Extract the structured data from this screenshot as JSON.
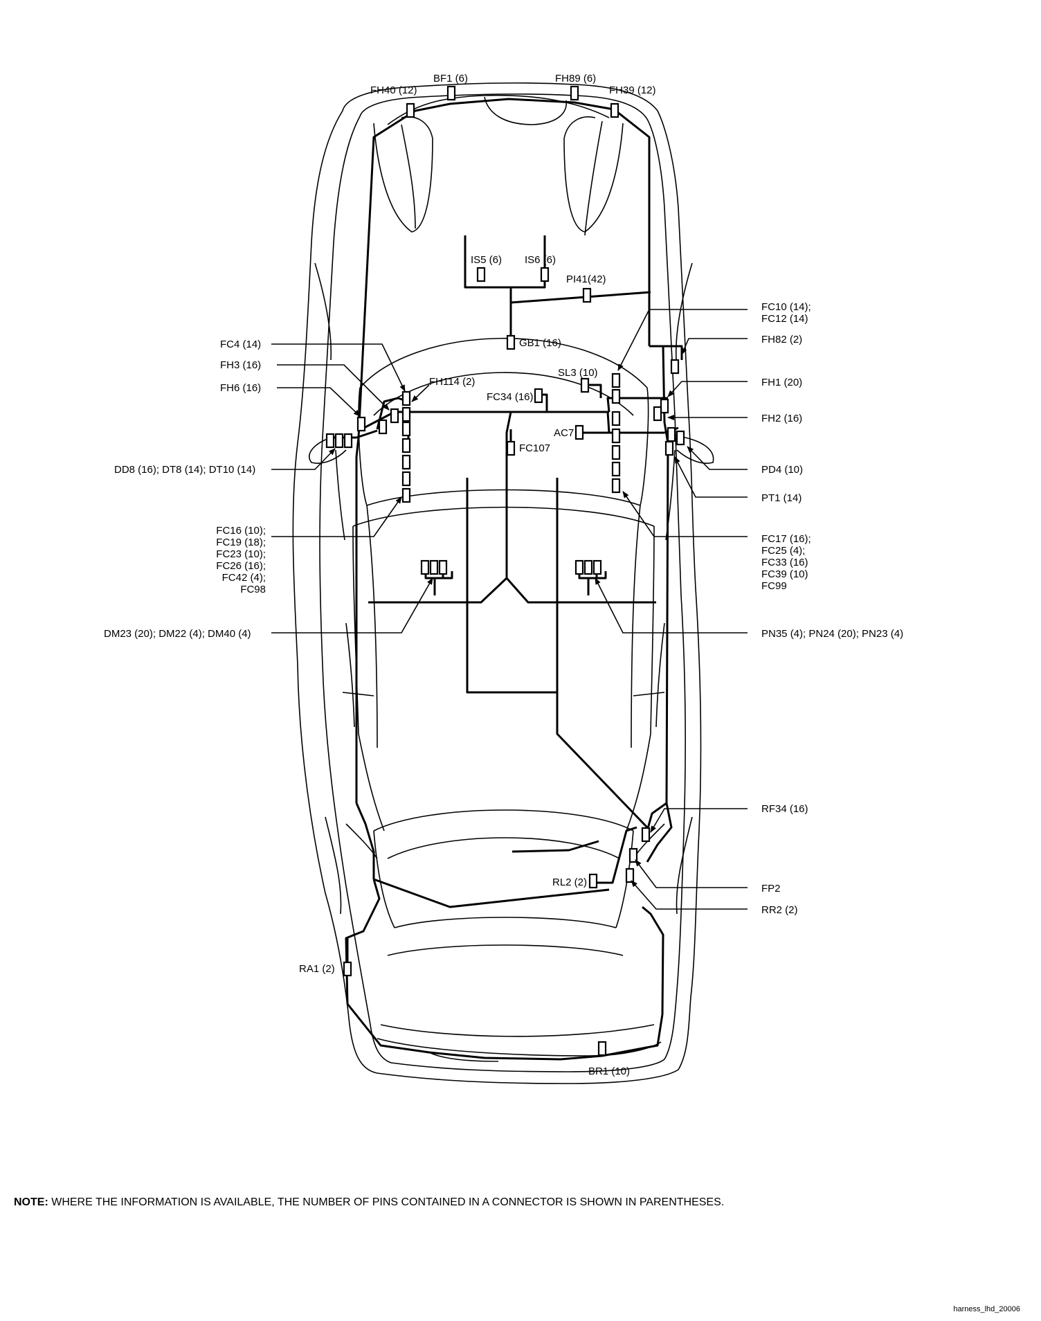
{
  "labels": {
    "fh40": "FH40 (12)",
    "bf1": "BF1 (6)",
    "fh89": "FH89 (6)",
    "fh39": "FH39 (12)",
    "is5": "IS5 (6)",
    "is6": "IS6 (6)",
    "pi41": "PI41(42)",
    "gb1": "GB1 (16)",
    "fc10": "FC10 (14);\nFC12 (14)",
    "fh82": "FH82 (2)",
    "fc4": "FC4 (14)",
    "fh3": "FH3 (16)",
    "fh6": "FH6 (16)",
    "fh114": "FH114 (2)",
    "fc34": "FC34 (16)",
    "sl3": "SL3 (10)",
    "fh1": "FH1 (20)",
    "fh2": "FH2 (16)",
    "ac7": "AC7",
    "fc107": "FC107",
    "dd8": "DD8 (16); DT8 (14); DT10 (14)",
    "pd4": "PD4 (10)",
    "pt1": "PT1 (14)",
    "fc16": "FC16 (10);\nFC19 (18);\nFC23 (10);\nFC26 (16);\nFC42 (4);\nFC98",
    "fc17": "FC17 (16);\nFC25 (4);\nFC33 (16)\nFC39 (10)\nFC99",
    "dm23": "DM23 (20); DM22 (4); DM40 (4)",
    "pn35": "PN35 (4); PN24 (20); PN23 (4)",
    "rf34": "RF34 (16)",
    "fp2": "FP2",
    "rl2": "RL2 (2)",
    "rr2": "RR2 (2)",
    "ra1": "RA1 (2)",
    "br1": "BR1 (10)"
  },
  "note": {
    "prefix": "NOTE:",
    "text": " WHERE THE INFORMATION IS AVAILABLE, THE NUMBER OF PINS CONTAINED IN A CONNECTOR IS SHOWN IN PARENTHESES."
  },
  "figure_id": "harness_lhd_20006"
}
